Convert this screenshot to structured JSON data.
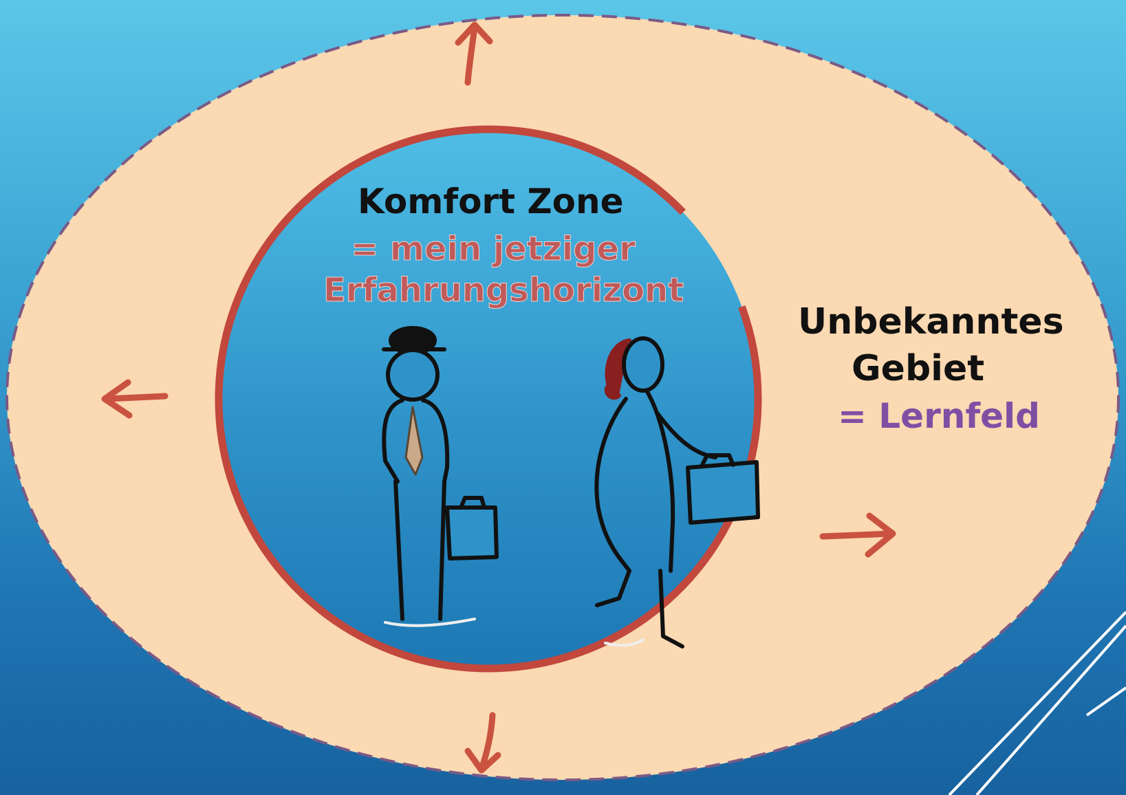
{
  "diagram": {
    "inner_zone": {
      "title": "Komfort Zone",
      "subtitle_line1": "= mein jetziger",
      "subtitle_line2": "Erfahrungshorizont"
    },
    "outer_zone": {
      "title_line1": "Unbekanntes",
      "title_line2": "Gebiet",
      "subtitle": "= Lernfeld"
    },
    "figures": [
      "man-with-hat-and-briefcase",
      "woman-with-briefcase-stepping-out"
    ],
    "arrows": [
      "up",
      "left",
      "right",
      "down"
    ]
  },
  "colors": {
    "background_top": "#5cc6e8",
    "background_bottom": "#17629f",
    "outer_fill": "#fbd9b2",
    "outer_border": "#7a5a86",
    "inner_ring": "#c2473d",
    "arrow": "#c95340",
    "comfort_subtitle": "#c05a5a",
    "lernfeld": "#7f4fa4"
  }
}
